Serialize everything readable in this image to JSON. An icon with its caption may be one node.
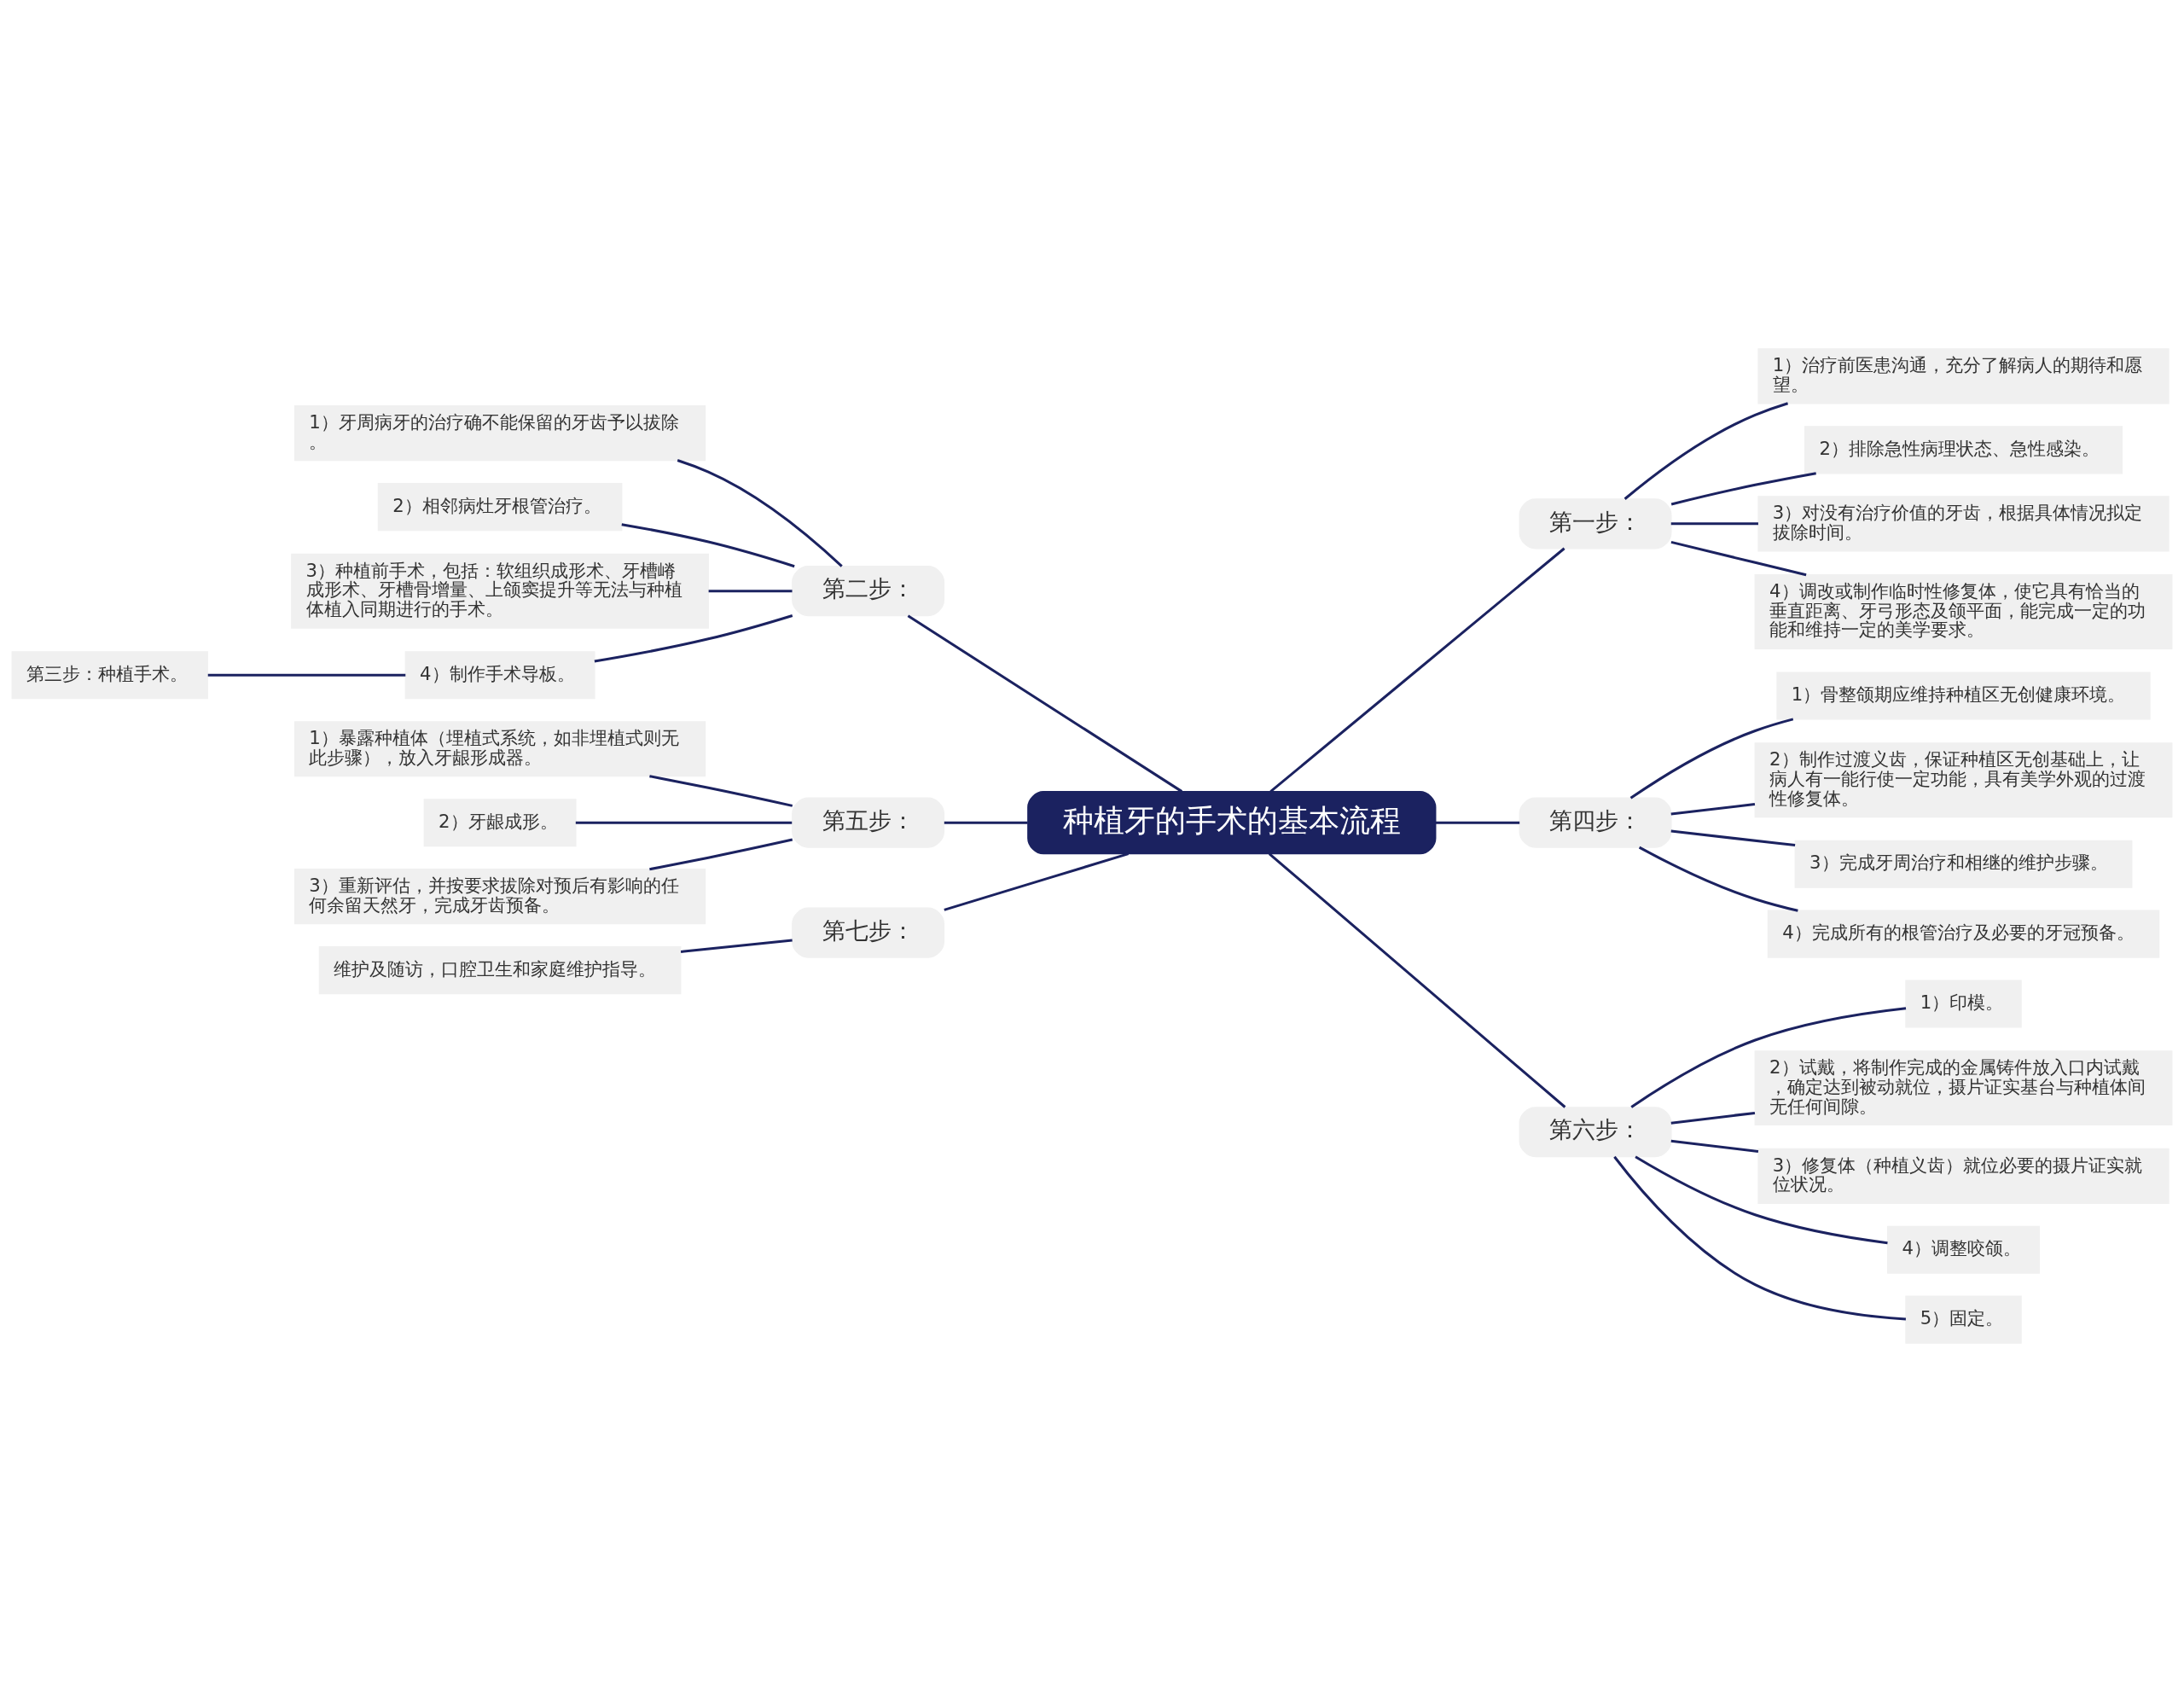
{
  "diagram": {
    "nodes": [
      {
        "text": [
          "种植牙的手术的基本流程"
        ]
      },
      {
        "text": [
          "第一步："
        ]
      },
      {
        "text": [
          "1）治疗前医患沟通，充分了解病人的期待和愿望。"
        ]
      },
      {
        "text": [
          "2）排除急性病理状态、急性感染。"
        ]
      },
      {
        "text": [
          "3）对没有治疗价值的牙齿，根据具体情况拟定拔除时间。"
        ]
      },
      {
        "text": [
          "4）调改或制作临时性修复体，使它具有恰当的垂直距离、牙弓形态及颌平面，能完成一定的功能和维持一定的美学要求。"
        ]
      },
      {
        "text": [
          "第二步："
        ]
      },
      {
        "text": [
          "1）牙周病牙的治疗确不能保留的牙齿予以拔除。"
        ]
      },
      {
        "text": [
          "2）相邻病灶牙根管治疗。"
        ]
      },
      {
        "text": [
          "3）种植前手术，包括：软组织成形术、牙槽嵴成形术、牙槽骨增量、上颌窦提升等无法与种植体植入同期进行的手术。"
        ]
      },
      {
        "text": [
          "4）制作手术导板。"
        ]
      },
      {
        "text": [
          "第三步：种植手术。"
        ]
      },
      {
        "text": [
          "第四步："
        ]
      },
      {
        "text": [
          "1）骨整颌期应维持种植区无创健康环境。"
        ]
      },
      {
        "text": [
          "2）制作过渡义齿，保证种植区无创基础上，让病人有一能行使一定功能，具有美学外观的过渡性修复体。"
        ]
      },
      {
        "text": [
          "3）完成牙周治疗和相继的维护步骤。"
        ]
      },
      {
        "text": [
          "4）完成所有的根管治疗及必要的牙冠预备。"
        ]
      },
      {
        "text": [
          "第五步："
        ]
      },
      {
        "text": [
          "1）暴露种植体（埋植式系统，如非埋植式则无此步骤），放入牙龈形成器。"
        ]
      },
      {
        "text": [
          "2）牙龈成形。"
        ]
      },
      {
        "text": [
          "3）重新评估，并按要求拔除对预后有影响的任何余留天然牙，完成牙齿预备。"
        ]
      },
      {
        "text": [
          "第六步："
        ]
      },
      {
        "text": [
          "1）印模。"
        ]
      },
      {
        "text": [
          "2）试戴，将制作完成的金属铸件放入口内试戴，确定达到被动就位，摄片证实基台与种植体间无任何间隙。"
        ]
      },
      {
        "text": [
          "3）修复体（种植义齿）就位必要的摄片证实就位状况。"
        ]
      },
      {
        "text": [
          "4）调整咬颌。"
        ]
      },
      {
        "text": [
          "5）固定。"
        ]
      },
      {
        "text": [
          "第七步："
        ]
      },
      {
        "text": [
          "维护及随访，口腔卫生和家庭维护指导。"
        ]
      }
    ],
    "edges": [
      {
        "from": 0,
        "to": 1,
        "arrow": "none"
      },
      {
        "from": 1,
        "to": 2,
        "arrow": "none"
      },
      {
        "from": 1,
        "to": 3,
        "arrow": "none"
      },
      {
        "from": 1,
        "to": 4,
        "arrow": "none"
      },
      {
        "from": 1,
        "to": 5,
        "arrow": "none"
      },
      {
        "from": 0,
        "to": 6,
        "arrow": "none"
      },
      {
        "from": 6,
        "to": 7,
        "arrow": "none"
      },
      {
        "from": 6,
        "to": 8,
        "arrow": "none"
      },
      {
        "from": 6,
        "to": 9,
        "arrow": "none"
      },
      {
        "from": 6,
        "to": 10,
        "arrow": "none"
      },
      {
        "from": 10,
        "to": 11,
        "arrow": "none"
      },
      {
        "from": 0,
        "to": 12,
        "arrow": "none"
      },
      {
        "from": 12,
        "to": 13,
        "arrow": "none"
      },
      {
        "from": 12,
        "to": 14,
        "arrow": "none"
      },
      {
        "from": 12,
        "to": 15,
        "arrow": "none"
      },
      {
        "from": 12,
        "to": 16,
        "arrow": "none"
      },
      {
        "from": 0,
        "to": 17,
        "arrow": "none"
      },
      {
        "from": 17,
        "to": 18,
        "arrow": "none"
      },
      {
        "from": 17,
        "to": 19,
        "arrow": "none"
      },
      {
        "from": 17,
        "to": 20,
        "arrow": "none"
      },
      {
        "from": 0,
        "to": 21,
        "arrow": "none"
      },
      {
        "from": 21,
        "to": 22,
        "arrow": "none"
      },
      {
        "from": 21,
        "to": 23,
        "arrow": "none"
      },
      {
        "from": 21,
        "to": 24,
        "arrow": "none"
      },
      {
        "from": 21,
        "to": 25,
        "arrow": "none"
      },
      {
        "from": 21,
        "to": 26,
        "arrow": "none"
      },
      {
        "from": 0,
        "to": 27,
        "arrow": "none"
      },
      {
        "from": 27,
        "to": 28,
        "arrow": "none"
      }
    ]
  }
}
